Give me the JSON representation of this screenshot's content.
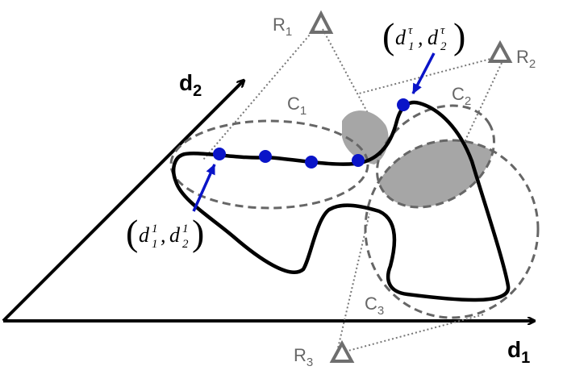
{
  "axes": {
    "d1": {
      "main": "d",
      "sub": "1"
    },
    "d2": {
      "main": "d",
      "sub": "2"
    }
  },
  "receivers": [
    {
      "main": "R",
      "sub": "1"
    },
    {
      "main": "R",
      "sub": "2"
    },
    {
      "main": "R",
      "sub": "3"
    }
  ],
  "coverage": [
    {
      "main": "C",
      "sub": "1"
    },
    {
      "main": "C",
      "sub": "2"
    },
    {
      "main": "C",
      "sub": "3"
    }
  ],
  "annotations": {
    "start": {
      "d1": "d",
      "d1_sub": "1",
      "d1_sup": "1",
      "comma": ",",
      "d2": "d",
      "d2_sub": "2",
      "d2_sup": "1"
    },
    "end": {
      "d1": "d",
      "d1_sub": "1",
      "d1_sup": "τ",
      "comma": ",",
      "d2": "d",
      "d2_sub": "2",
      "d2_sup": "τ"
    }
  },
  "colors": {
    "axis": "#000000",
    "trajectory": "#000000",
    "point": "#0a14c8",
    "arrow": "#0a14c8",
    "ellipse": "#666666",
    "overlap": "#a6a6a6",
    "dotted": "#777777",
    "triangle": "#6e6e6e",
    "label": "#666666"
  }
}
